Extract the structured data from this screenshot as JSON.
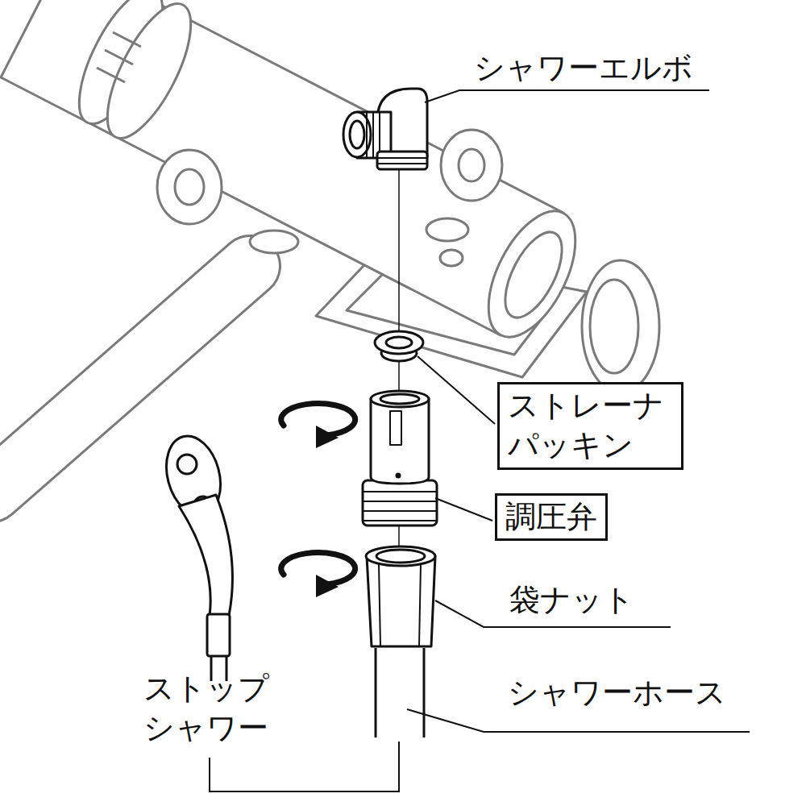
{
  "diagram": {
    "nodes": [
      {
        "text": [
          "ストレーナ パッキン"
        ]
      },
      {
        "text": [
          "調圧弁"
        ]
      }
    ],
    "labels": [
      "シャワーエルボ",
      "袋ナット",
      "ストップ シャワー",
      "シャワーホース"
    ]
  }
}
